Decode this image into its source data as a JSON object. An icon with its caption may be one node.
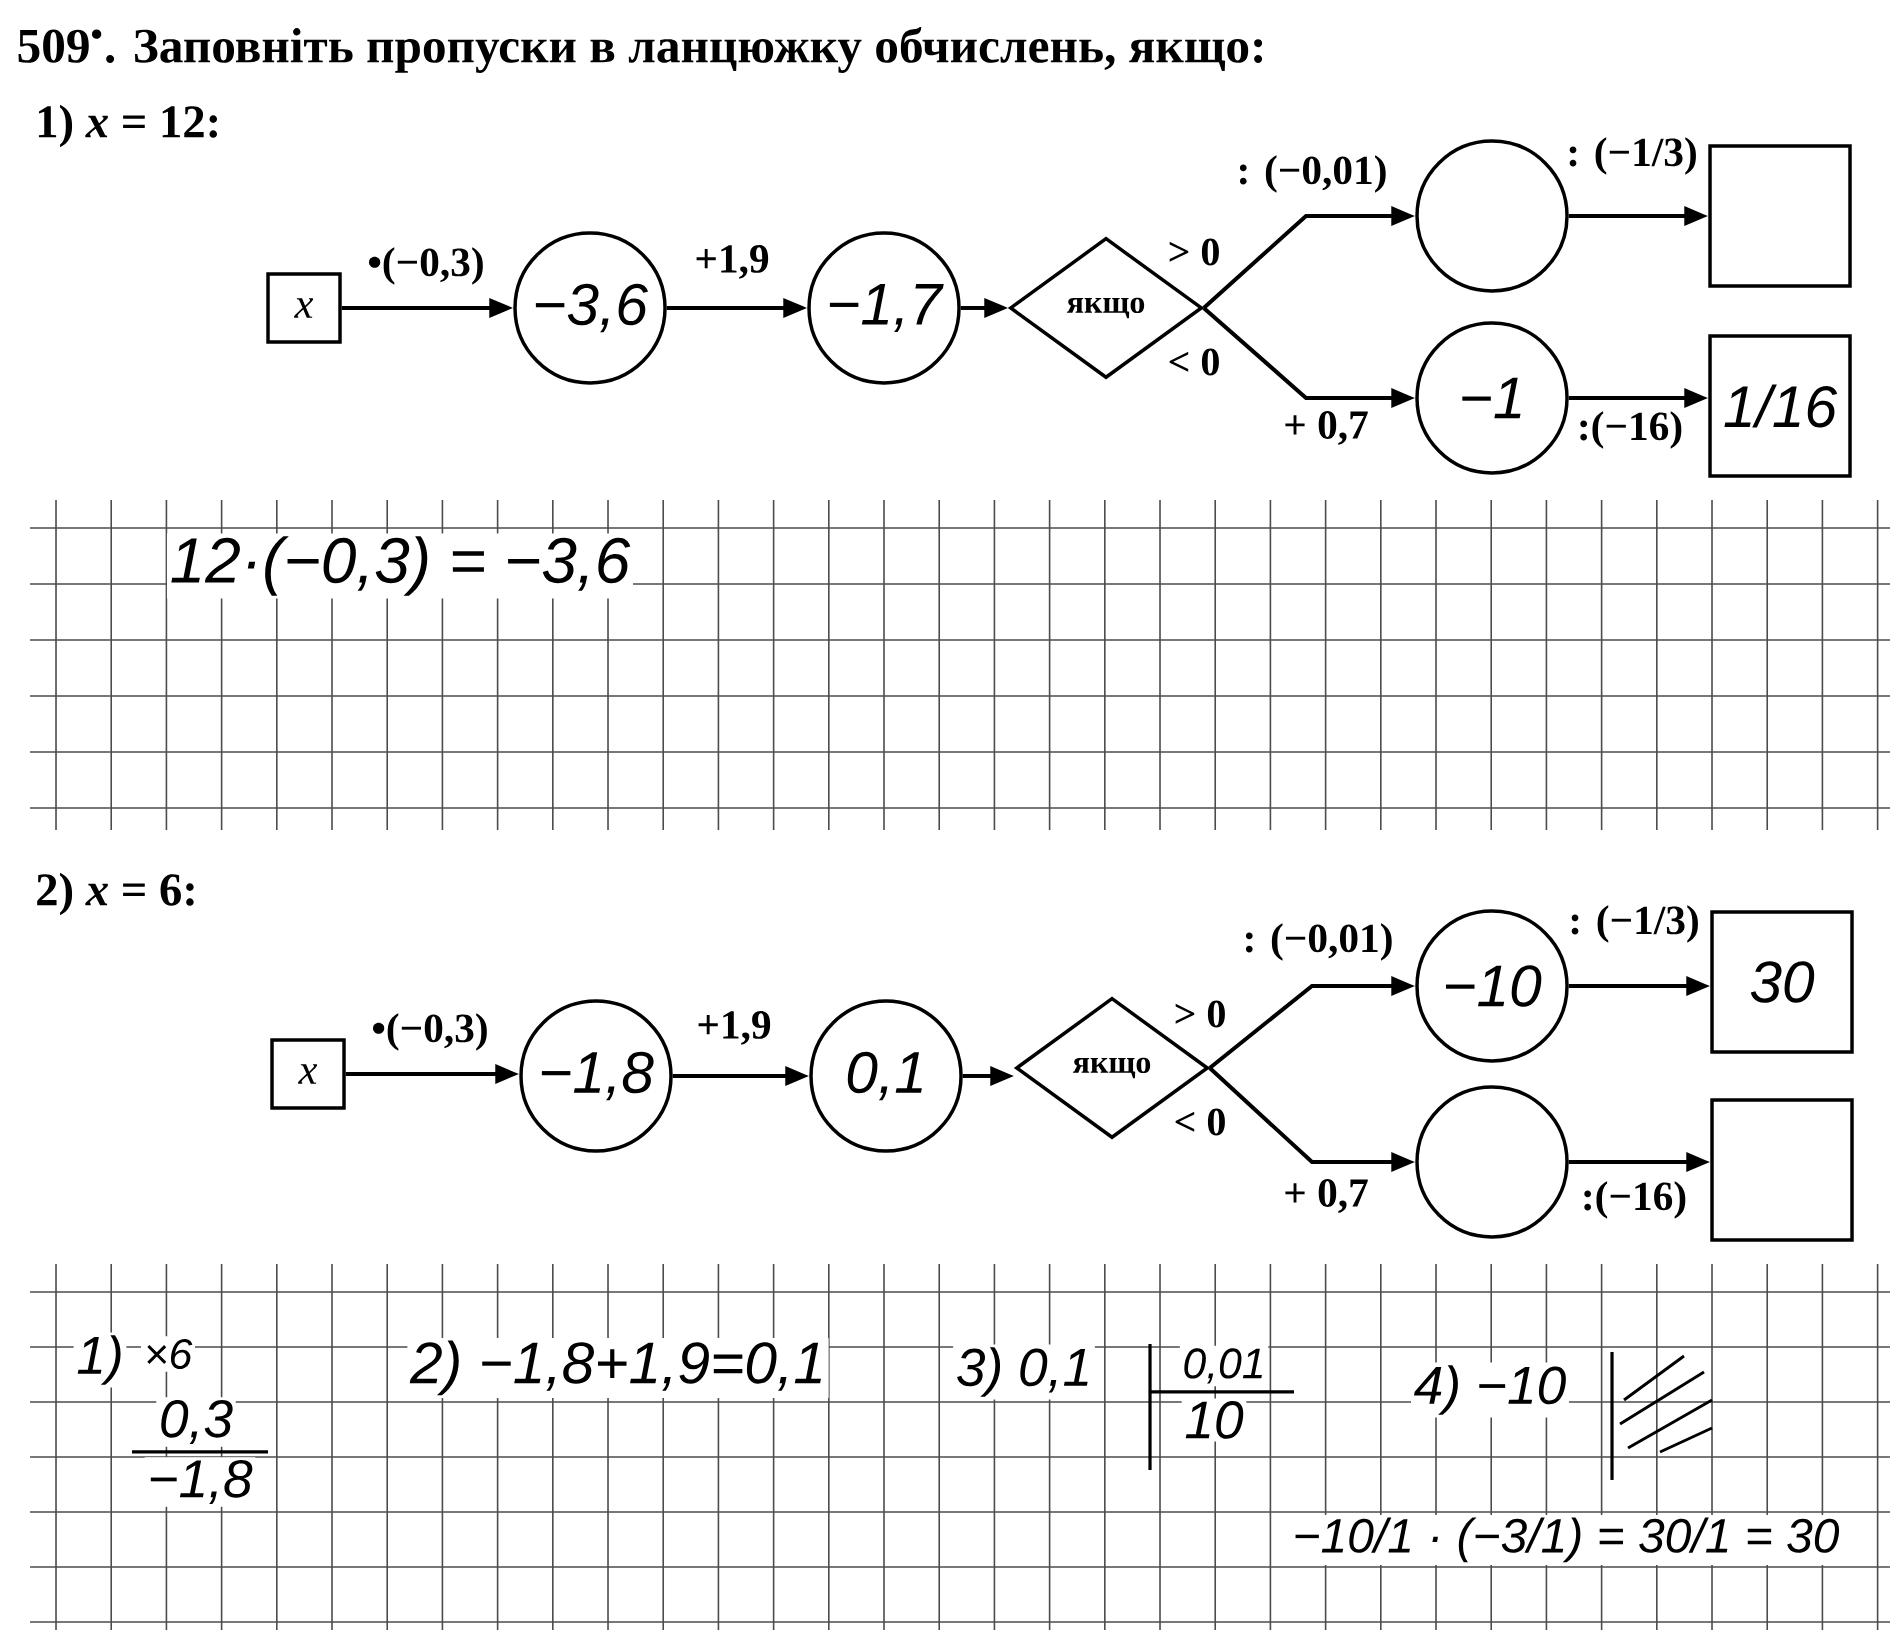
{
  "diagram": {
    "title": "509$^{•}$. Заповніть пропуски в ланцюжку обчислень, якщо:",
    "nodes": [
      {
        "text": [
          "x"
        ]
      },
      {
        "text": [
          "−3,6"
        ]
      },
      {
        "text": [
          "−1,7"
        ]
      },
      {
        "text": [
          "якщо"
        ],
        "beside": [
          "> 0",
          "< 0"
        ]
      },
      {
        "text": [],
        "shape": "circle"
      },
      {
        "text": [],
        "shape": "box"
      },
      {
        "text": [
          "−1"
        ]
      },
      {
        "text": [
          "1/16"
        ]
      },
      {
        "text": [
          "x"
        ]
      },
      {
        "text": [
          "−1,8"
        ]
      },
      {
        "text": [
          "0,1"
        ]
      },
      {
        "text": [
          "якщо"
        ],
        "beside": [
          "> 0",
          "< 0"
        ]
      },
      {
        "text": [
          "−10"
        ]
      },
      {
        "text": [
          "30"
        ]
      },
      {
        "text": [],
        "shape": "circle"
      },
      {
        "text": [],
        "shape": "box"
      }
    ],
    "edges": [
      {
        "from": 0,
        "to": 1,
        "arrow": "to",
        "label": "•(−0,3)"
      },
      {
        "from": 1,
        "to": 2,
        "arrow": "to",
        "label": "+1,9"
      },
      {
        "from": 2,
        "to": 3,
        "arrow": "to"
      },
      {
        "from": 3,
        "to": 4,
        "arrow": "to",
        "label": ": (−0,01)"
      },
      {
        "from": 3,
        "to": 6,
        "arrow": "to",
        "label": "+ 0,7"
      },
      {
        "from": 4,
        "to": 5,
        "arrow": "to",
        "label": ": (−1/3)"
      },
      {
        "from": 6,
        "to": 7,
        "arrow": "to",
        "label": ":(−16)"
      },
      {
        "from": 8,
        "to": 9,
        "arrow": "to",
        "label": "•(−0,3)"
      },
      {
        "from": 9,
        "to": 10,
        "arrow": "to",
        "label": "+1,9"
      },
      {
        "from": 10,
        "to": 11,
        "arrow": "to"
      },
      {
        "from": 11,
        "to": 12,
        "arrow": "to",
        "label": ": (−0,01)"
      },
      {
        "from": 11,
        "to": 14,
        "arrow": "to",
        "label": "+ 0,7"
      },
      {
        "from": 12,
        "to": 13,
        "arrow": "to",
        "label": ": (−1/3)"
      },
      {
        "from": 14,
        "to": 15,
        "arrow": "to",
        "label": ":(−16)"
      }
    ],
    "labels": [
      "1) *x* = 12:",
      "12·(−0,3) = −3,6",
      "2) *x* = 6:",
      "1)",
      "×6",
      "2) −1,8+1,9=0,1",
      "3) 0,1",
      "0,01",
      "4) −10",
      "0,3",
      "10",
      "−1,8",
      "−10/1 · (−3/1) = 30/1 = 30"
    ]
  }
}
